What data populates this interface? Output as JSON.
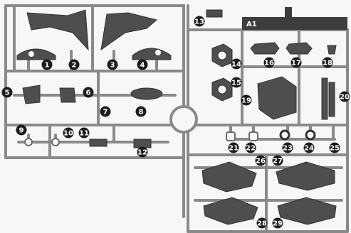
{
  "sheet": {
    "label": "A1",
    "part_numbers": [
      "1",
      "2",
      "3",
      "4",
      "5",
      "6",
      "7",
      "8",
      "9",
      "10",
      "11",
      "12",
      "13",
      "14",
      "15",
      "16",
      "17",
      "18",
      "19",
      "20",
      "21",
      "22",
      "23",
      "24",
      "25",
      "26",
      "27",
      "28",
      "29"
    ]
  },
  "colors": {
    "background": "#f7f7f7",
    "runner": "#8a8a8a",
    "part_fill": "#4e4e4e",
    "marker_fill": "#1c1c1c",
    "marker_text": "#ffffff"
  }
}
